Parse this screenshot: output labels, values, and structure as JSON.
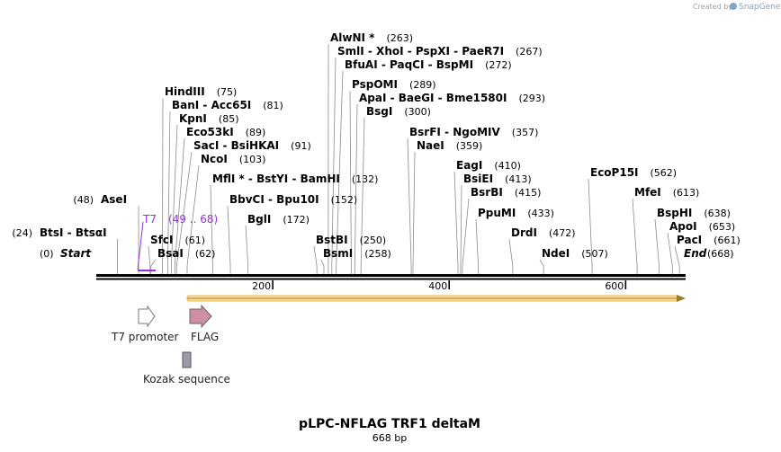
{
  "credit": {
    "prefix": "Created by",
    "brand": "SnapGene"
  },
  "title": "pLPC-NFLAG TRF1 deltaM",
  "length_label": "668 bp",
  "ends": {
    "start_label": "Start",
    "start_pos": "(0)",
    "end_label": "End",
    "end_pos": "(668)"
  },
  "total_bp": 668,
  "ticks": [
    200,
    400,
    600
  ],
  "sites": [
    {
      "label": "BtsI - BtsαI",
      "pos": 24,
      "num": "(24)",
      "num_left": true
    },
    {
      "label": "AseI",
      "pos": 48,
      "num": "(48)",
      "num_left": true
    },
    {
      "label": "SfcI",
      "pos": 61,
      "num": "(61)"
    },
    {
      "label": "BsaI",
      "pos": 62,
      "num": "(62)"
    },
    {
      "label": "HindIII",
      "pos": 75,
      "num": "(75)"
    },
    {
      "label": "BanI - Acc65I",
      "pos": 81,
      "num": "(81)"
    },
    {
      "label": "KpnI",
      "pos": 85,
      "num": "(85)"
    },
    {
      "label": "Eco53kI",
      "pos": 89,
      "num": "(89)"
    },
    {
      "label": "SacI - BsiHKAI",
      "pos": 91,
      "num": "(91)"
    },
    {
      "label": "NcoI",
      "pos": 103,
      "num": "(103)"
    },
    {
      "label": "MflI * - BstYI - BamHI",
      "pos": 132,
      "num": "(132)"
    },
    {
      "label": "BbvCI - Bpu10I",
      "pos": 152,
      "num": "(152)"
    },
    {
      "label": "BglI",
      "pos": 172,
      "num": "(172)"
    },
    {
      "label": "BstBI",
      "pos": 250,
      "num": "(250)"
    },
    {
      "label": "BsmI",
      "pos": 258,
      "num": "(258)"
    },
    {
      "label": "AlwNI *",
      "pos": 263,
      "num": "(263)"
    },
    {
      "label": "SmlI - XhoI - PspXI - PaeR7I",
      "pos": 267,
      "num": "(267)"
    },
    {
      "label": "BfuAI - PaqCI - BspMI",
      "pos": 272,
      "num": "(272)"
    },
    {
      "label": "PspOMI",
      "pos": 289,
      "num": "(289)"
    },
    {
      "label": "ApaI - BaeGI - Bme1580I",
      "pos": 293,
      "num": "(293)"
    },
    {
      "label": "BsgI",
      "pos": 300,
      "num": "(300)"
    },
    {
      "label": "BsrFI - NgoMIV",
      "pos": 357,
      "num": "(357)"
    },
    {
      "label": "NaeI",
      "pos": 359,
      "num": "(359)"
    },
    {
      "label": "EagI",
      "pos": 410,
      "num": "(410)"
    },
    {
      "label": "BsiEI",
      "pos": 413,
      "num": "(413)"
    },
    {
      "label": "BsrBI",
      "pos": 415,
      "num": "(415)"
    },
    {
      "label": "PpuMI",
      "pos": 433,
      "num": "(433)"
    },
    {
      "label": "DrdI",
      "pos": 472,
      "num": "(472)"
    },
    {
      "label": "NdeI",
      "pos": 507,
      "num": "(507)"
    },
    {
      "label": "EcoP15I",
      "pos": 562,
      "num": "(562)"
    },
    {
      "label": "MfeI",
      "pos": 613,
      "num": "(613)"
    },
    {
      "label": "BspHI",
      "pos": 638,
      "num": "(638)"
    },
    {
      "label": "ApoI",
      "pos": 653,
      "num": "(653)"
    },
    {
      "label": "PacI",
      "pos": 661,
      "num": "(661)"
    }
  ],
  "primer": {
    "name": "T7",
    "range": "(49 .. 68)",
    "color": "#9b30d9"
  },
  "features": [
    {
      "name": "T7 promoter",
      "color": "#ffffff"
    },
    {
      "name": "FLAG",
      "color": "#cc8fa6"
    },
    {
      "name": "Kozak sequence",
      "color": "#9a9aaa"
    }
  ],
  "orf_color": "#f5b43c"
}
